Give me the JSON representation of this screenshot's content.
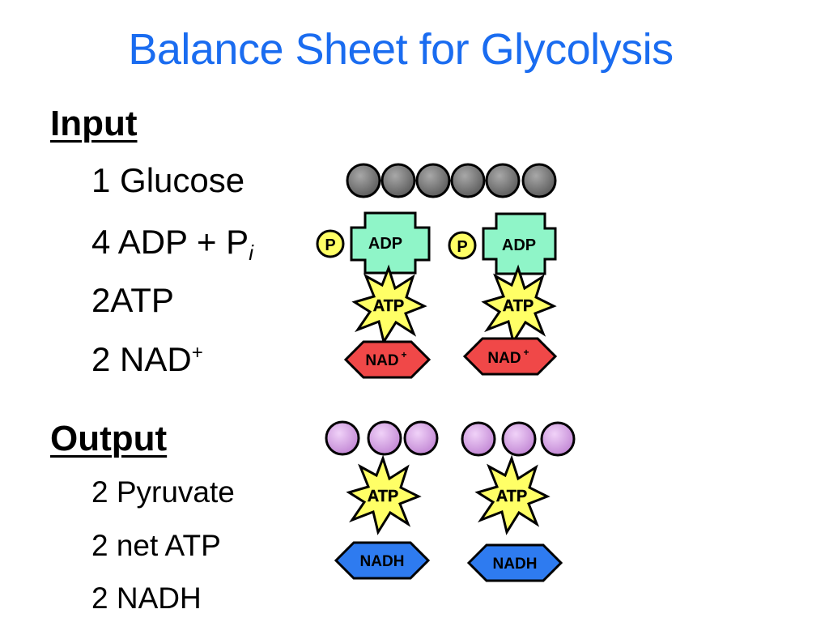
{
  "title": "Balance Sheet for Glycolysis",
  "input": {
    "heading": "Input",
    "glucose": "1 Glucose",
    "adp_prefix": "4 ADP + P",
    "adp_sub": "i",
    "atp": "2ATP",
    "nad": "2 NAD",
    "nad_sup": "+"
  },
  "output": {
    "heading": "Output",
    "pyruvate": "2 Pyruvate",
    "net_atp": "2 net ATP",
    "nadh": "2 NADH"
  },
  "diagram": {
    "phosphate_label": "P",
    "adp_label": "ADP",
    "atp_label": "ATP",
    "nad_label": "NAD",
    "nad_sup": "+",
    "nadh_label": "NADH"
  },
  "colors": {
    "title": "#1a6cf0",
    "glucose_carbon": "#7a7a7a",
    "pyruvate_carbon": "#d9a8e6",
    "adp_fill": "#8ff5c8",
    "atp_fill": "#ffff66",
    "phosphate_fill": "#ffff66",
    "nad_fill": "#f04848",
    "nadh_fill": "#2e7bf0"
  }
}
